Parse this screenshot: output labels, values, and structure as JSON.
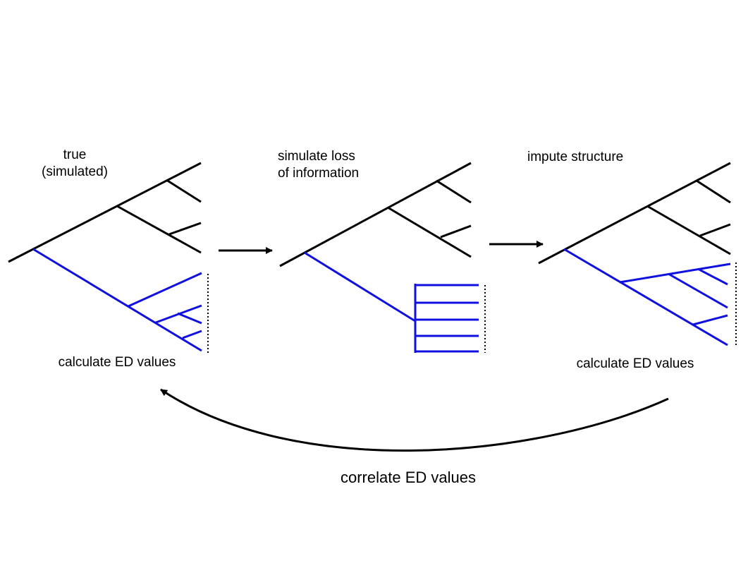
{
  "colors": {
    "lineage_black": "#000000",
    "lineage_blue": "#1010e0"
  },
  "panels": [
    {
      "title_line1": "true",
      "title_line2": "(simulated)",
      "caption": "calculate ED values"
    },
    {
      "title_line1": "simulate loss",
      "title_line2": "of information",
      "caption": ""
    },
    {
      "title_line1": "impute structure",
      "title_line2": "",
      "caption": "calculate ED values"
    }
  ],
  "bottom_label": "correlate ED values"
}
